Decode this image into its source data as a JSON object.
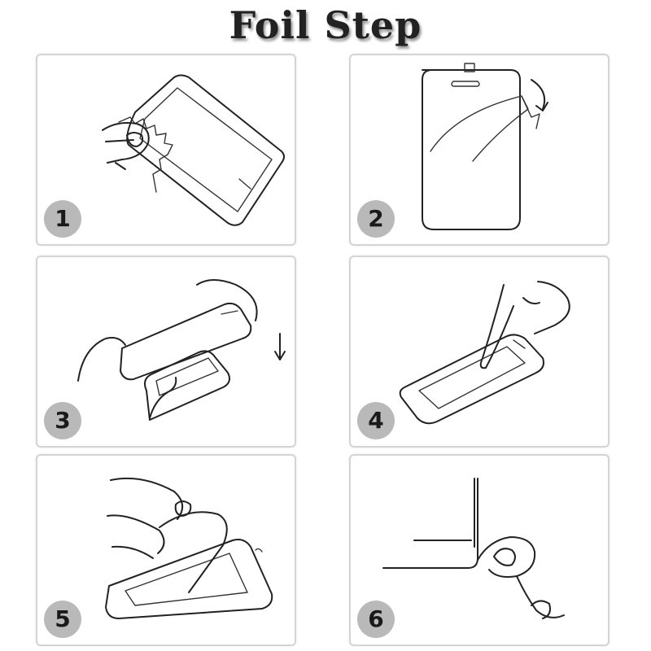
{
  "title": "Foil Step",
  "steps": [
    {
      "number": "1"
    },
    {
      "number": "2"
    },
    {
      "number": "3"
    },
    {
      "number": "4"
    },
    {
      "number": "5"
    },
    {
      "number": "6"
    }
  ],
  "colors": {
    "badge": "#b9b9b9",
    "panel_border": "#d4d4d4",
    "line": "#222222"
  }
}
